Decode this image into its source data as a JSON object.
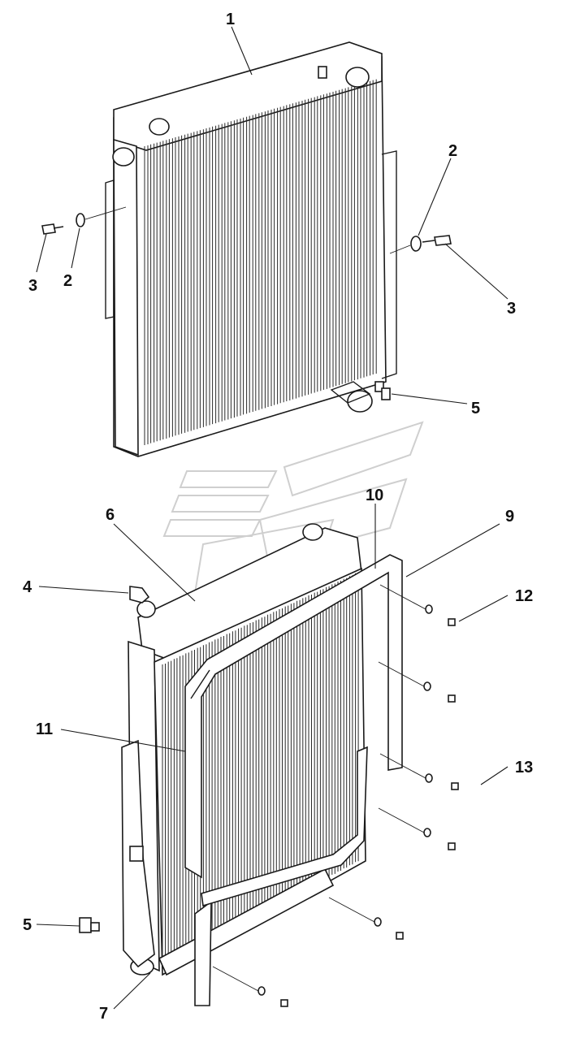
{
  "diagram": {
    "callouts": [
      {
        "id": "c1",
        "text": "1"
      },
      {
        "id": "c2a",
        "text": "2"
      },
      {
        "id": "c2b",
        "text": "2"
      },
      {
        "id": "c3a",
        "text": "3"
      },
      {
        "id": "c3b",
        "text": "3"
      },
      {
        "id": "c5a",
        "text": "5"
      },
      {
        "id": "c6",
        "text": "6"
      },
      {
        "id": "c10",
        "text": "10"
      },
      {
        "id": "c9",
        "text": "9"
      },
      {
        "id": "c4",
        "text": "4"
      },
      {
        "id": "c12",
        "text": "12"
      },
      {
        "id": "c11",
        "text": "11"
      },
      {
        "id": "c13",
        "text": "13"
      },
      {
        "id": "c5b",
        "text": "5"
      },
      {
        "id": "c7",
        "text": "7"
      }
    ]
  }
}
